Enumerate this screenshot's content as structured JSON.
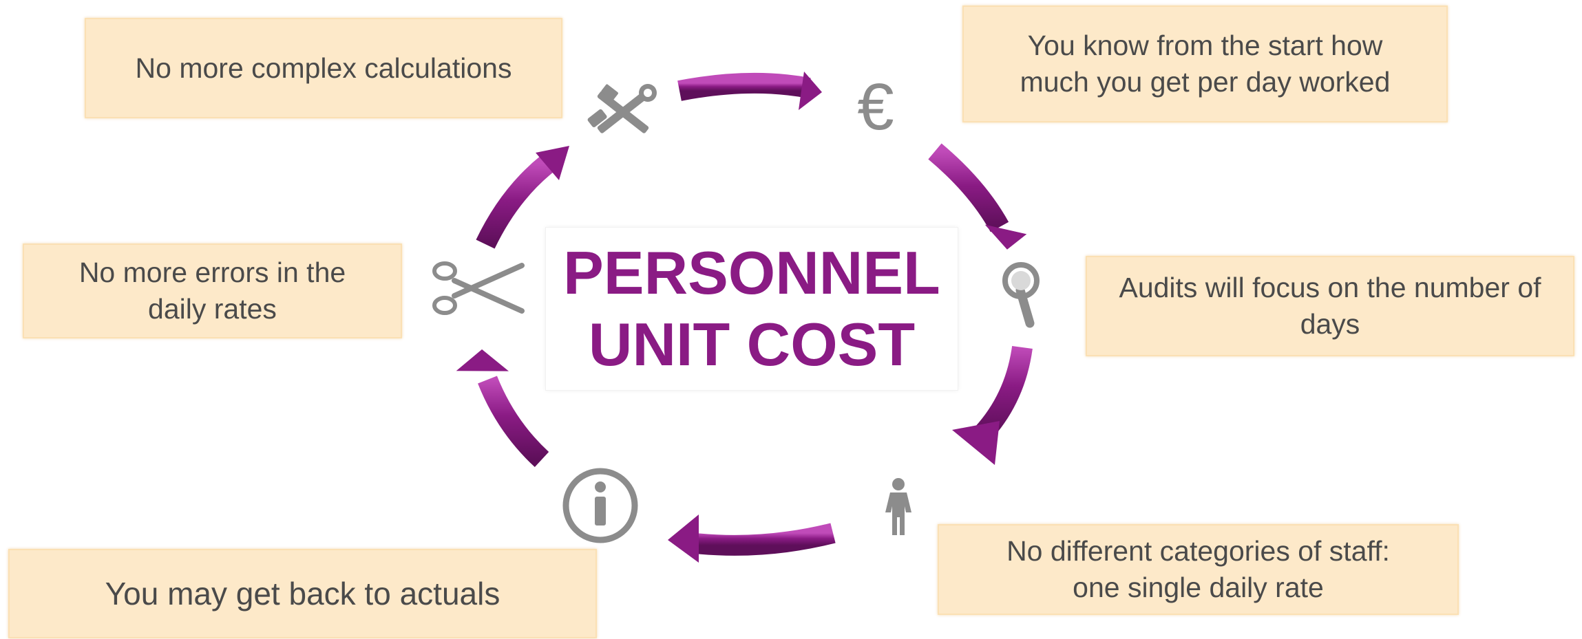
{
  "center": {
    "line1": "PERSONNEL",
    "line2": "UNIT COST"
  },
  "boxes": {
    "complex_calculations": "No more complex calculations",
    "know_from_start": "You know from the start how\nmuch you get per day worked",
    "errors_daily_rates": "No more errors in the\ndaily rates",
    "audits_focus": "Audits will focus on the number of\ndays",
    "back_to_actuals": "You may get back to actuals",
    "categories_staff": "No different categories of staff:\none single daily rate"
  },
  "icons": [
    "tools-icon",
    "euro-icon",
    "magnifier-icon",
    "person-icon",
    "info-icon",
    "scissors-icon"
  ],
  "colors": {
    "arrow": "#8a1b84",
    "arrow_highlight": "#c04bb9",
    "box_fill": "#fde9c9",
    "icon_gray": "#8c8c8c",
    "center_text": "#8a1b84",
    "box_text": "#4a4a4a"
  }
}
